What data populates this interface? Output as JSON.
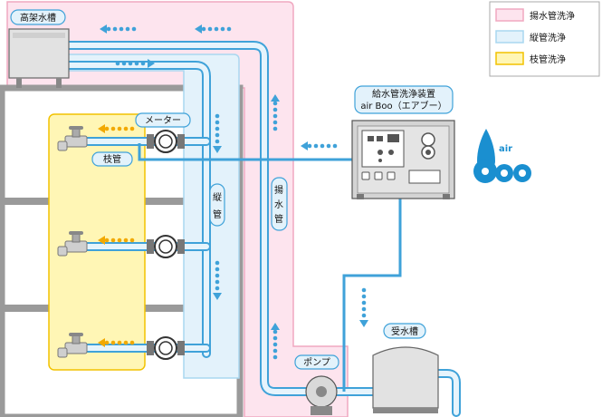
{
  "legend": {
    "items": [
      {
        "label": "揚水管洗浄",
        "fill": "#fde4ee",
        "stroke": "#f0a8c0"
      },
      {
        "label": "縦管洗浄",
        "fill": "#e3f2fb",
        "stroke": "#a9d7f0"
      },
      {
        "label": "枝管洗浄",
        "fill": "#fff6b5",
        "stroke": "#f2c200"
      }
    ]
  },
  "labels": {
    "elevated_tank": "高架水槽",
    "meter": "メーター",
    "branch": "枝管",
    "riser": [
      "縦",
      "管"
    ],
    "pump_riser": [
      "揚",
      "水",
      "管"
    ],
    "device_title": "給水管洗浄装置",
    "device_subtitle": "air Boo（エアブー）",
    "receiving_tank": "受水槽",
    "pump": "ポンプ"
  },
  "logo": {
    "small": "air",
    "big": "Boo"
  },
  "colors": {
    "pipe": "#3fa2d9",
    "arrow_blue": "#3fa2d9",
    "arrow_orange": "#f2a900",
    "building": "#9a9a9a",
    "building_fill": "#ffffff",
    "equipment": "#d9d9d9",
    "logo": "#1a8fd0"
  }
}
